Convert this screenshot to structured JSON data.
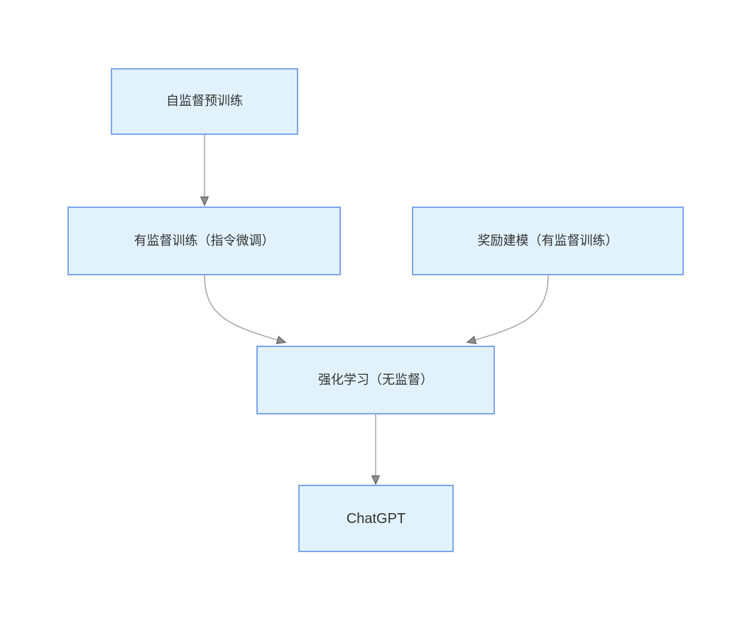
{
  "diagram": {
    "type": "flowchart",
    "nodes": [
      {
        "id": "pretrain",
        "label": "自监督预训练"
      },
      {
        "id": "sft",
        "label": "有监督训练（指令微调）"
      },
      {
        "id": "reward",
        "label": "奖励建模（有监督训练）"
      },
      {
        "id": "rl",
        "label": "强化学习（无监督）"
      },
      {
        "id": "chatgpt",
        "label": "ChatGPT"
      }
    ],
    "edges": [
      {
        "from": "pretrain",
        "to": "rl_step_sft",
        "description": "自监督预训练 → 有监督训练（指令微调）"
      },
      {
        "from": "sft",
        "to": "rl",
        "description": "有监督训练（指令微调） → 强化学习（无监督）"
      },
      {
        "from": "reward",
        "to": "rl",
        "description": "奖励建模（有监督训练） → 强化学习（无监督）"
      },
      {
        "from": "rl",
        "to": "chatgpt",
        "description": "强化学习（无监督） → ChatGPT"
      }
    ],
    "colors": {
      "background": "#FFFFFF",
      "node_fill": "#E1F2FC",
      "node_border": "#7EA4EE",
      "node_text": "#333333",
      "connector": "#A6A6A6",
      "arrowhead_fill": "#8F8F8F",
      "arrowhead_stroke": "#606060"
    }
  }
}
